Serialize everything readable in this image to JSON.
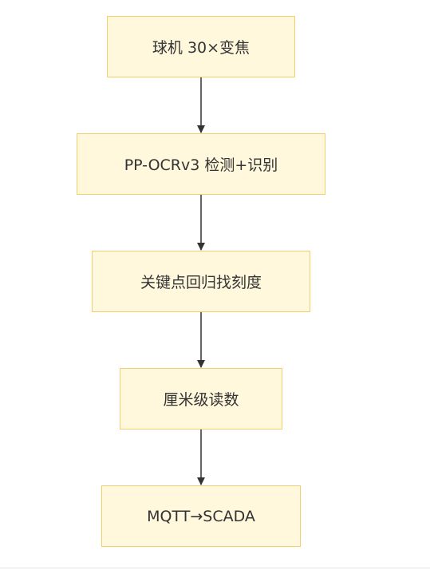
{
  "diagram": {
    "nodes": [
      {
        "id": "n1",
        "label": "球机 30×变焦"
      },
      {
        "id": "n2",
        "label": "PP-OCRv3 检测+识别"
      },
      {
        "id": "n3",
        "label": "关键点回归找刻度"
      },
      {
        "id": "n4",
        "label": "厘米级读数"
      },
      {
        "id": "n5",
        "label": "MQTT→SCADA"
      }
    ],
    "edges": [
      {
        "from": "n1",
        "to": "n2"
      },
      {
        "from": "n2",
        "to": "n3"
      },
      {
        "from": "n3",
        "to": "n4"
      },
      {
        "from": "n4",
        "to": "n5"
      }
    ],
    "colors": {
      "node_fill": "#fff8dc",
      "node_border": "#f2cf6b",
      "edge": "#333333",
      "text": "#333333"
    }
  }
}
